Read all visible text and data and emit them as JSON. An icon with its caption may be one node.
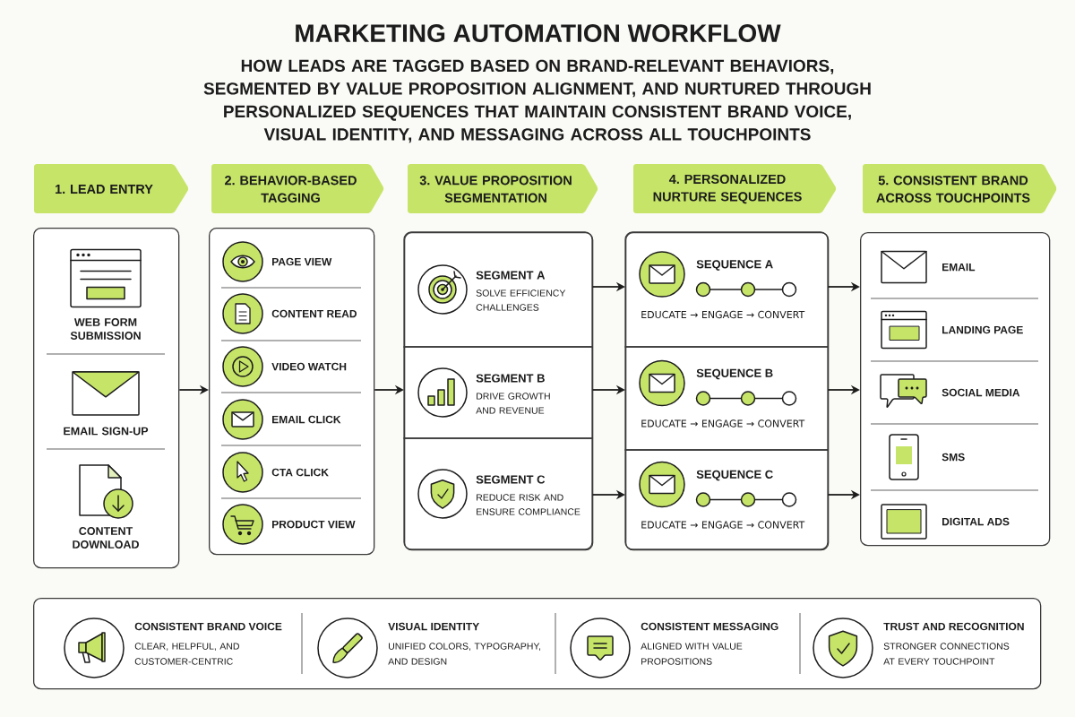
{
  "diagram": {
    "title": "MARKETING AUTOMATION WORKFLOW",
    "nodes": [
      {
        "text": [
          "1. LEAD ENTRY"
        ]
      },
      {
        "text": [
          "2. BEHAVIOR-BASED TAGGING"
        ]
      },
      {
        "text": [
          "3. VALUE PROPOSITION SEGMENTATION"
        ]
      },
      {
        "text": [
          "4. PERSONALIZED NURTURE SEQUENCES"
        ]
      },
      {
        "text": [
          "5. CONSISTENT BRAND ACROSS TOUCHPOINTS"
        ]
      },
      {
        "text": [],
        "shape": "box"
      },
      {
        "text": [
          "WEB FORM SUBMISSION"
        ],
        "in": 5
      },
      {
        "text": [
          "EMAIL SIGN-UP"
        ],
        "in": 5
      },
      {
        "text": [
          "CONTENT DOWNLOAD"
        ],
        "in": 5
      },
      {
        "text": [],
        "shape": "box"
      },
      {
        "text": [
          "PAGE VIEW"
        ],
        "in": 9
      },
      {
        "text": [
          "CONTENT READ"
        ],
        "in": 9
      },
      {
        "text": [
          "VIDEO WATCH"
        ],
        "in": 9
      },
      {
        "text": [
          "EMAIL CLICK"
        ],
        "in": 9
      },
      {
        "text": [
          "CTA CLICK"
        ],
        "in": 9
      },
      {
        "text": [
          "PRODUCT VIEW"
        ],
        "in": 9
      },
      {
        "text": [],
        "shape": "box"
      },
      {
        "text": [
          "SEGMENT A",
          "SOLVE EFFICIENCY CHALLENGES"
        ],
        "in": 16
      },
      {
        "text": [
          "SEGMENT B",
          "DRIVE GROWTH AND REVENUE"
        ],
        "in": 16
      },
      {
        "text": [
          "SEGMENT C",
          "REDUCE RISK AND ENSURE COMPLIANCE"
        ],
        "in": 16
      },
      {
        "text": [],
        "shape": "box"
      },
      {
        "text": [
          "SEQUENCE A",
          "EDUCATE → ENGAGE → CONVERT"
        ],
        "in": 20
      },
      {
        "text": [
          "SEQUENCE B",
          "EDUCATE → ENGAGE → CONVERT"
        ],
        "in": 20
      },
      {
        "text": [
          "SEQUENCE C",
          "EDUCATE → ENGAGE → CONVERT"
        ],
        "in": 20
      },
      {
        "text": [],
        "shape": "box"
      },
      {
        "text": [
          "EMAIL"
        ],
        "in": 24
      },
      {
        "text": [
          "LANDING PAGE"
        ],
        "in": 24
      },
      {
        "text": [
          "SOCIAL MEDIA"
        ],
        "in": 24
      },
      {
        "text": [
          "SMS"
        ],
        "in": 24
      },
      {
        "text": [
          "DIGITAL ADS"
        ],
        "in": 24
      },
      {
        "text": [],
        "shape": "box"
      },
      {
        "text": [
          "CONSISTENT BRAND VOICE",
          "CLEAR, HELPFUL, AND CUSTOMER-CENTRIC"
        ],
        "in": 30
      },
      {
        "text": [
          "VISUAL IDENTITY",
          "UNIFIED COLORS, TYPOGRAPHY, AND DESIGN"
        ],
        "in": 30
      },
      {
        "text": [
          "CONSISTENT MESSAGING",
          "ALIGNED WITH VALUE PROPOSITIONS"
        ],
        "in": 30
      },
      {
        "text": [
          "TRUST AND RECOGNITION",
          "STRONGER CONNECTIONS AT EVERY TOUCHPOINT"
        ],
        "in": 30
      }
    ],
    "edges": [
      {
        "from": 5,
        "to": 9,
        "arrow": "to"
      },
      {
        "from": 9,
        "to": 16,
        "arrow": "to"
      },
      {
        "from": 17,
        "to": 21,
        "arrow": "to"
      },
      {
        "from": 18,
        "to": 22,
        "arrow": "to"
      },
      {
        "from": 19,
        "to": 23,
        "arrow": "to"
      },
      {
        "from": 21,
        "to": 24,
        "arrow": "to"
      },
      {
        "from": 22,
        "to": 24,
        "arrow": "to"
      },
      {
        "from": 23,
        "to": 24,
        "arrow": "to"
      }
    ],
    "labels": [
      "HOW LEADS ARE TAGGED BASED ON BRAND-RELEVANT BEHAVIORS, SEGMENTED BY VALUE PROPOSITION ALIGNMENT, AND NURTURED THROUGH PERSONALIZED SEQUENCES THAT MAINTAIN CONSISTENT BRAND VOICE, VISUAL IDENTITY, AND MESSAGING ACROSS ALL TOUCHPOINTS"
    ]
  }
}
